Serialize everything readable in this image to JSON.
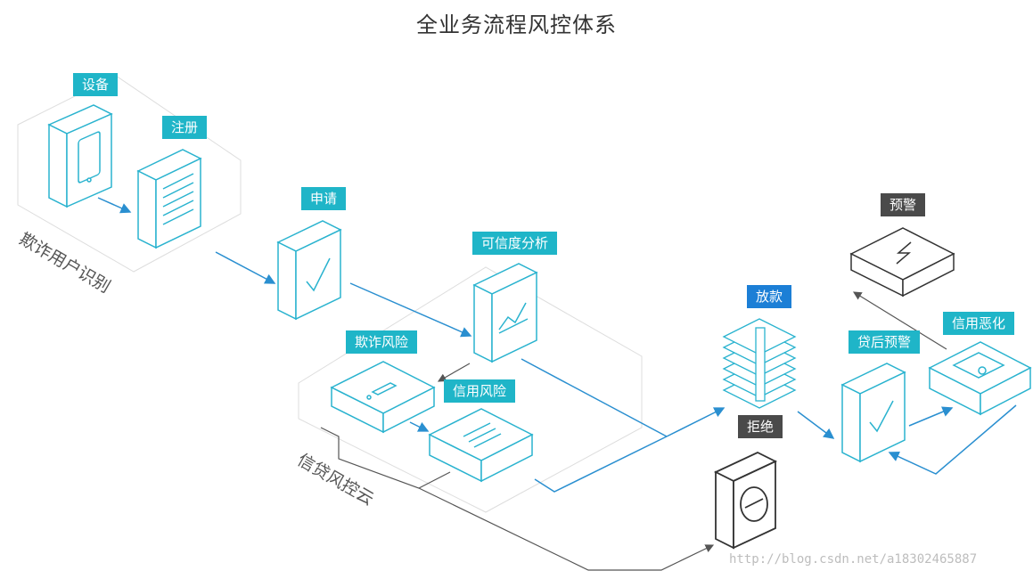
{
  "title": "全业务流程风控体系",
  "zones": {
    "fraud_user": "欺诈用户识别",
    "credit_cloud": "信贷风控云"
  },
  "nodes": {
    "device": "设备",
    "register": "注册",
    "apply": "申请",
    "credibility": "可信度分析",
    "fraud_risk": "欺诈风险",
    "credit_risk": "信用风险",
    "loan": "放款",
    "reject": "拒绝",
    "post_loan": "贷后预警",
    "warning": "预警",
    "credit_deterioration": "信用恶化"
  },
  "watermark": "http://blog.csdn.net/a18302465887",
  "colors": {
    "teal": "#1fb5c8",
    "blue": "#1c7fd6",
    "dark": "#4a4a4a",
    "line": "#2a8fd0",
    "icon_stroke": "#2ab3cf"
  }
}
